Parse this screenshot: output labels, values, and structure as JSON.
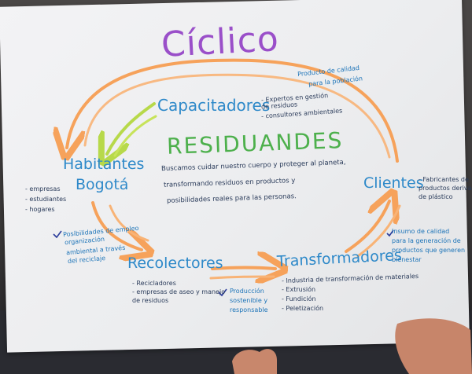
{
  "poster": {
    "title": "Cíclico",
    "center_title": "RESIDUANDES",
    "mission": [
      "Buscamos cuidar nuestro cuerpo y proteger al planeta,",
      "transformando residuos en productos y",
      "posibilidades reales para las personas."
    ],
    "nodes": {
      "capacitadores": "Capacitadores",
      "habitantes": [
        "Habitantes",
        "Bogotá"
      ],
      "recolectores": "Recolectores",
      "transformadores": "Transformadores",
      "clientes": "Clientes"
    },
    "notes": {
      "top_right": [
        "Producto de calidad",
        "para la población"
      ],
      "capacitadores": [
        "- Expertos en gestión",
        "  de residuos",
        "- consultores ambientales"
      ],
      "habitantes": [
        "- empresas",
        "- estudiantes",
        "- hogares"
      ],
      "residuos_left": [
        "Posibilidades de empleo",
        "organización",
        "ambiental a través",
        "del reciclaje"
      ],
      "recolectores": [
        "- Recicladores",
        "- empresas de aseo y manejo",
        "  de residuos"
      ],
      "produccion": [
        "Producción",
        "sostenible y",
        "responsable"
      ],
      "transformadores": [
        "- Industria de transformación de materiales",
        "- Extrusión",
        "- Fundición",
        "- Peletización"
      ],
      "clientes": [
        "- Fabricantes de",
        "  productos derivados",
        "  de plástico"
      ],
      "clientes_bottom": [
        "Insumo de calidad",
        "para la generación de",
        "productos que generen",
        "bienestar"
      ]
    }
  },
  "colors": {
    "title": "#9a4fc9",
    "center_title": "#4db04c",
    "nodes": "#2e89c9",
    "arrows_orange": "#f6a25b",
    "arrow_green": "#b7d94a",
    "notes": "#2a3b5a"
  }
}
